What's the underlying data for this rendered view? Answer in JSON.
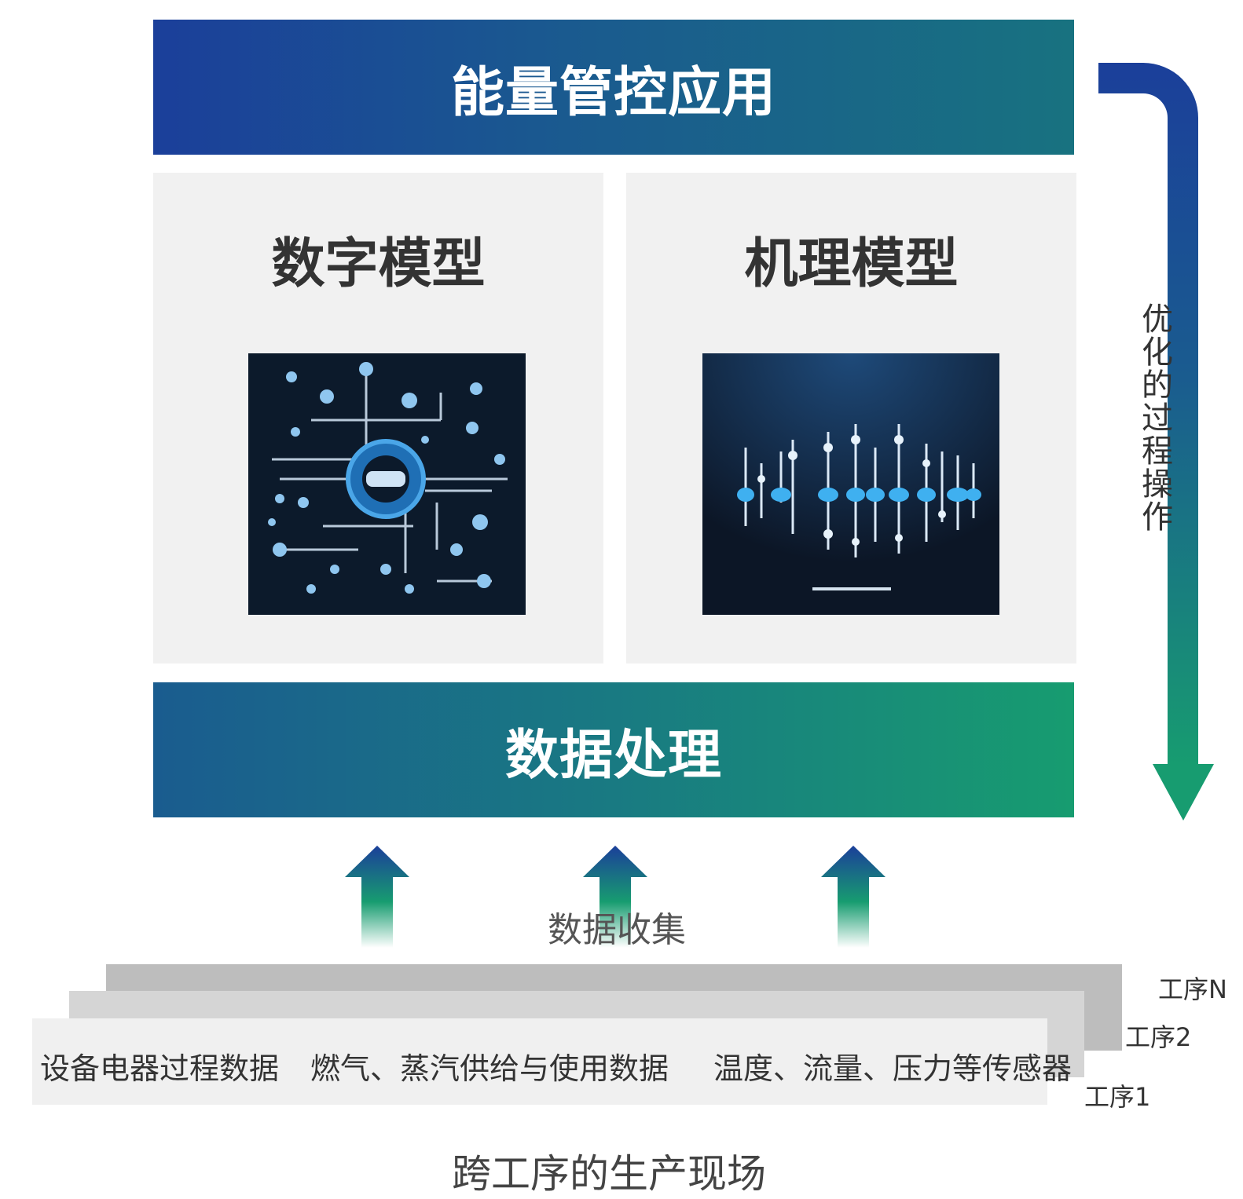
{
  "top_bar": {
    "title": "能量管控应用"
  },
  "models": {
    "left_title": "数字模型",
    "right_title": "机理模型"
  },
  "process_bar": {
    "title": "数据处理"
  },
  "collection": {
    "label": "数据收集"
  },
  "side_loop": {
    "label": "优化的过程操作"
  },
  "layers": {
    "n_label": "工序N",
    "two_label": "工序2",
    "one_label": "工序1"
  },
  "field_data": {
    "item_1": "设备电器过程数据",
    "item_2": "燃气、蒸汽供给与使用数据",
    "item_3": "温度、流量、压力等传感器"
  },
  "scene": {
    "label": "跨工序的生产现场"
  },
  "colors": {
    "blue": "#1b3f9a",
    "teal": "#187280",
    "green": "#179c70",
    "panel_bg": "#f1f1f1"
  }
}
